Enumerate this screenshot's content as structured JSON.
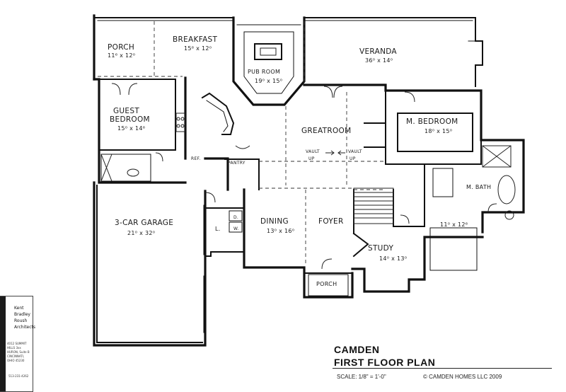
{
  "rooms": {
    "porch_top": {
      "name": "PORCH",
      "size": "11⁶ x 12⁰"
    },
    "breakfast": {
      "name": "BREAKFAST",
      "size": "15⁶ x 12⁰"
    },
    "pub_room": {
      "name": "PUB ROOM",
      "size": "19⁰ x 15⁰"
    },
    "veranda": {
      "name": "VERANDA",
      "size": "36⁰ x 14⁰"
    },
    "guest_bedroom": {
      "name1": "GUEST",
      "name2": "BEDROOM",
      "size": "15⁰ x 14⁶"
    },
    "greatroom": {
      "name": "GREATROOM"
    },
    "m_bedroom": {
      "name": "M. BEDROOM",
      "size": "18⁰ x 15⁰"
    },
    "m_bath": {
      "name": "M. BATH"
    },
    "garage": {
      "name": "3-CAR GARAGE",
      "size": "21⁰ x 32⁰"
    },
    "dining": {
      "name": "DINING",
      "size": "13⁰ x 16⁰"
    },
    "foyer": {
      "name": "FOYER"
    },
    "study": {
      "name": "STUDY",
      "size": "14⁰ x 13⁰"
    },
    "porch_front": {
      "name": "PORCH"
    },
    "closet_wic": {
      "size": "11⁰ x 12⁶"
    }
  },
  "labels": {
    "pantry": "PANTRY",
    "ref": "REF.",
    "laundry_l": "L.",
    "laundry_d": "D.",
    "laundry_w": "W.",
    "vault_left_1": "VAULT",
    "vault_left_2": "UP",
    "vault_right_1": "VAULT",
    "vault_right_2": "UP"
  },
  "title_block": {
    "line1": "CAMDEN",
    "line2": "FIRST FLOOR PLAN",
    "scale": "SCALE:  1/8\" = 1'-0\"",
    "copyright": "© CAMDEN HOMES LLC  2009"
  },
  "stamp": {
    "name1": "Kent",
    "name2": "Bradley",
    "name3": "Roush",
    "name4": "Architects",
    "address": "4012 SUMMIT HILLS  3xx HURON, Suite B  CINCINNATI, OHIO  45230",
    "phone": "513-231-4262"
  }
}
